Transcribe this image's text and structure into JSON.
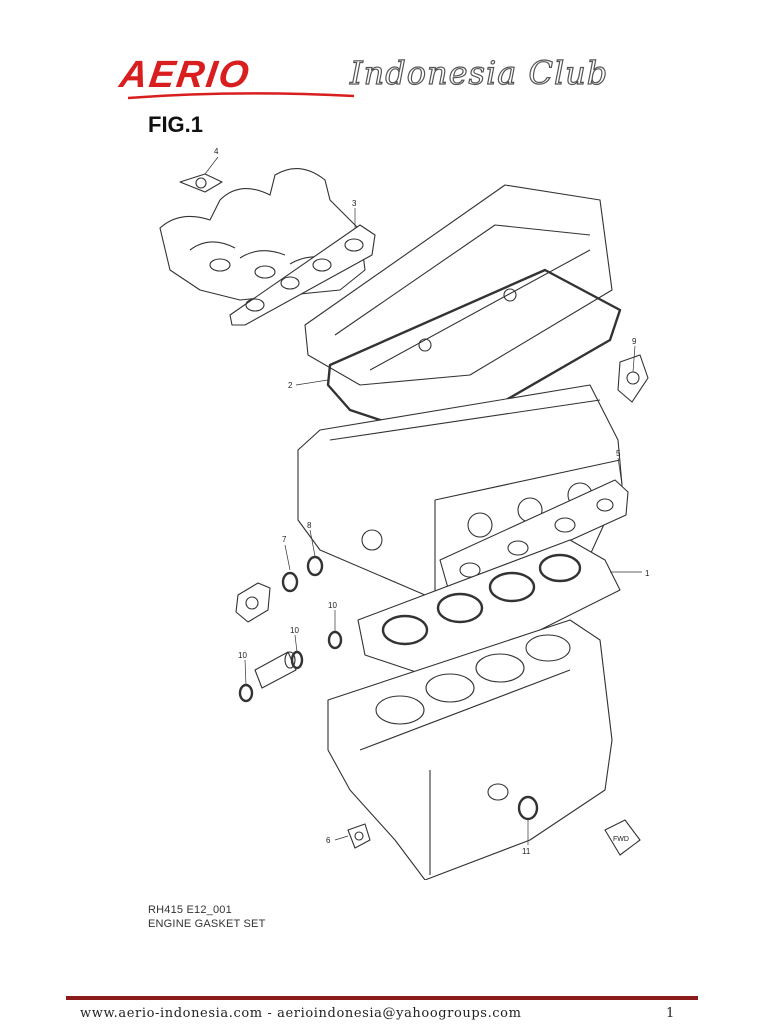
{
  "logo": {
    "brand": "AERIO",
    "script": "Indonesia Club"
  },
  "figure": {
    "title": "FIG.1"
  },
  "callouts": {
    "c1": "1",
    "c2": "2",
    "c3": "3",
    "c4": "4",
    "c5": "5",
    "c6": "6",
    "c7": "7",
    "c8": "8",
    "c9": "9",
    "c10a": "10",
    "c10b": "10",
    "c10c": "10",
    "c11": "11"
  },
  "caption": {
    "code": "RH415 E12_001",
    "name": "ENGINE GASKET SET"
  },
  "footer": {
    "text": "www.aerio-indonesia.com - aerioindonesia@yahoogroups.com",
    "page": "1"
  },
  "colors": {
    "brand_red": "#d81e1e",
    "rule": "#8b1a1a"
  }
}
